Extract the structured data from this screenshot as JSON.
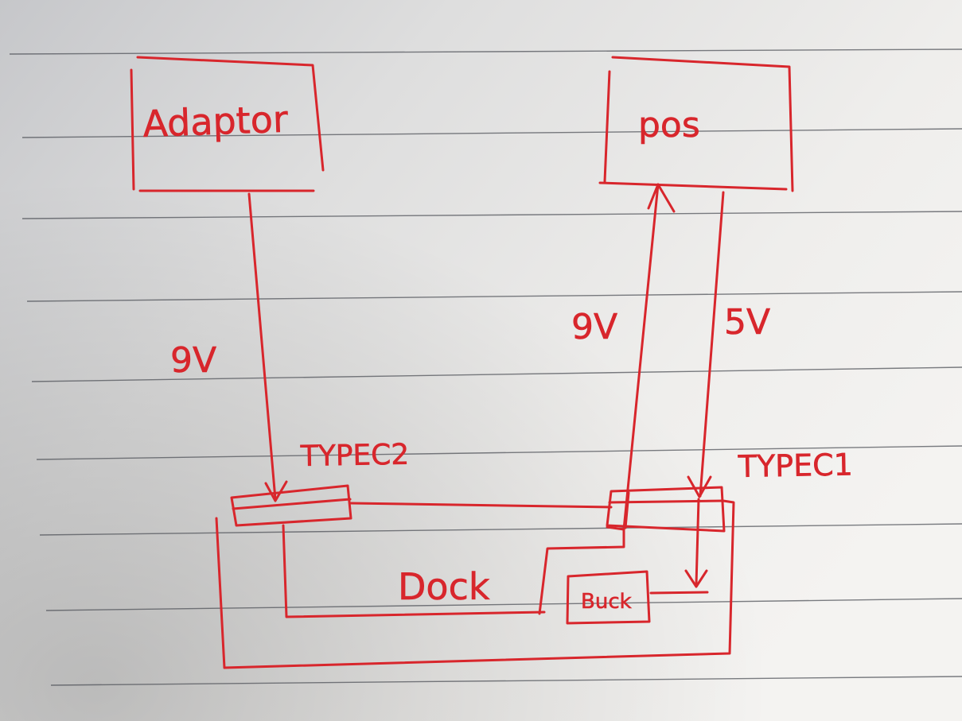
{
  "colors": {
    "ink": "#d8262c",
    "paper_light": "#f2f1ef",
    "paper_dark": "#cfcfd1",
    "rule_line": "#4d4f55"
  },
  "blocks": {
    "adaptor": "Adaptor",
    "pos": "pos",
    "dock": "Dock",
    "buck": "Buck"
  },
  "ports": {
    "typec2": "TYPEC2",
    "typec1": "TYPEC1"
  },
  "voltages": {
    "adaptor_to_dock": "9V",
    "dock_to_pos": "9V",
    "pos_to_dock": "5V"
  }
}
